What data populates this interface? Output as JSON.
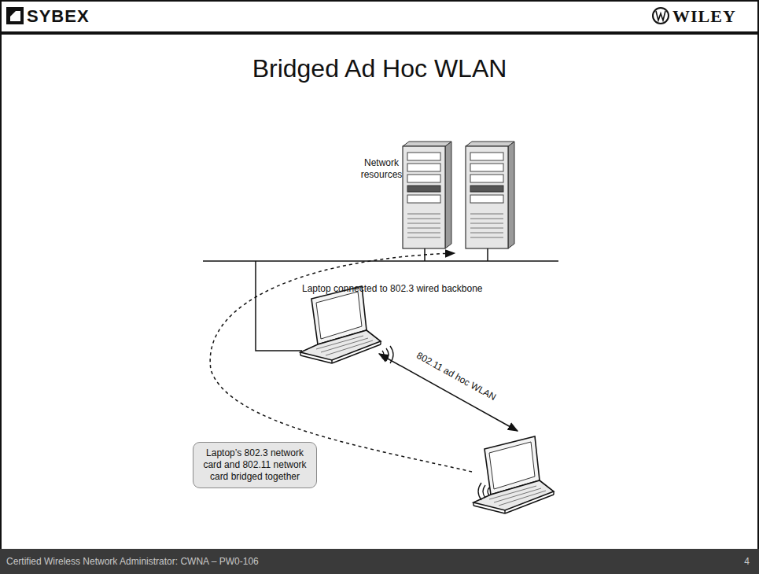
{
  "diagram": {
    "title": "Bridged Ad Hoc WLAN",
    "nodes": [
      {
        "text": [
          "Laptop’s 802.3 network card and 802.11 network card bridged together"
        ]
      }
    ],
    "labels": [
      "SYBEX",
      "WILEY",
      "Network resources",
      "Laptop connected to 802.3 wired backbone",
      "802.11 ad hoc WLAN",
      "Certified Wireless Network Administrator: CWNA – PW0-106",
      "4"
    ]
  }
}
